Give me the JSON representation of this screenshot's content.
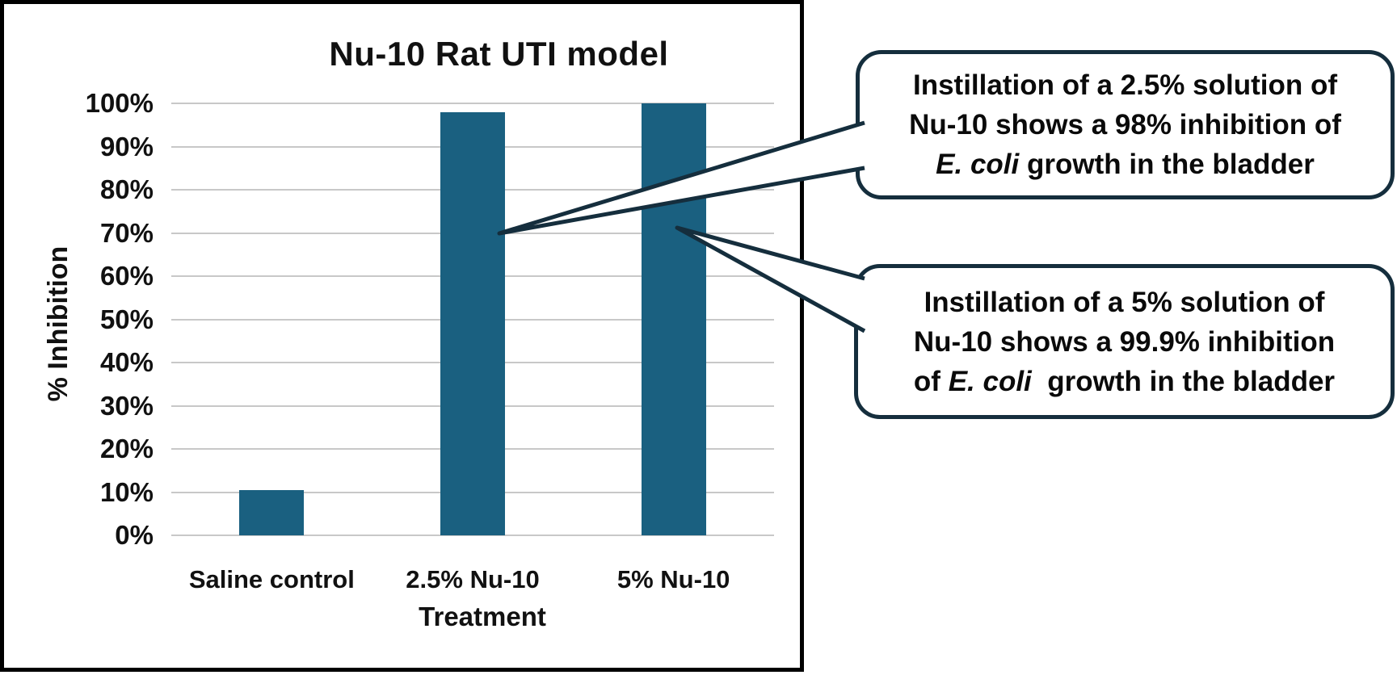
{
  "figure": {
    "background": "#ffffff",
    "frame_border_color": "#000000"
  },
  "chart_data": {
    "type": "bar",
    "title": "Nu-10 Rat UTI model",
    "categories": [
      "Saline control",
      "2.5% Nu-10",
      "5% Nu-10"
    ],
    "values": [
      10.5,
      98,
      100
    ],
    "xlabel": "Treatment",
    "ylabel": "% Inhibition",
    "ylim": [
      0,
      100
    ],
    "ytick_step": 10,
    "ytick_labels": [
      "0%",
      "10%",
      "20%",
      "30%",
      "40%",
      "50%",
      "60%",
      "70%",
      "80%",
      "90%",
      "100%"
    ],
    "grid": "horizontal",
    "legend": "none",
    "bar_color": "#1a6080",
    "gridline_color": "#c8c8c8"
  },
  "colors": {
    "bar": "#1a6080",
    "gridline": "#c8c8c8",
    "callout_border": "#152e3d",
    "callout_fill": "#ffffff",
    "text": "#0a0a0a"
  },
  "callouts": [
    {
      "name": "callout-2-5-percent",
      "points_to": "2.5% Nu-10 bar",
      "lines": [
        [
          {
            "t": "Instillation of a 2.5% solution of"
          }
        ],
        [
          {
            "t": "Nu-10 shows a 98% inhibition of"
          }
        ],
        [
          {
            "t": "E. coli",
            "italic": true
          },
          {
            "t": " growth in the bladder"
          }
        ]
      ]
    },
    {
      "name": "callout-5-percent",
      "points_to": "5% Nu-10 bar",
      "lines": [
        [
          {
            "t": "Instillation of a 5% solution of"
          }
        ],
        [
          {
            "t": "Nu-10 shows a 99.9% inhibition"
          }
        ],
        [
          {
            "t": "of "
          },
          {
            "t": "E. coli",
            "italic": true
          },
          {
            "t": "  growth in the bladder"
          }
        ]
      ]
    }
  ]
}
